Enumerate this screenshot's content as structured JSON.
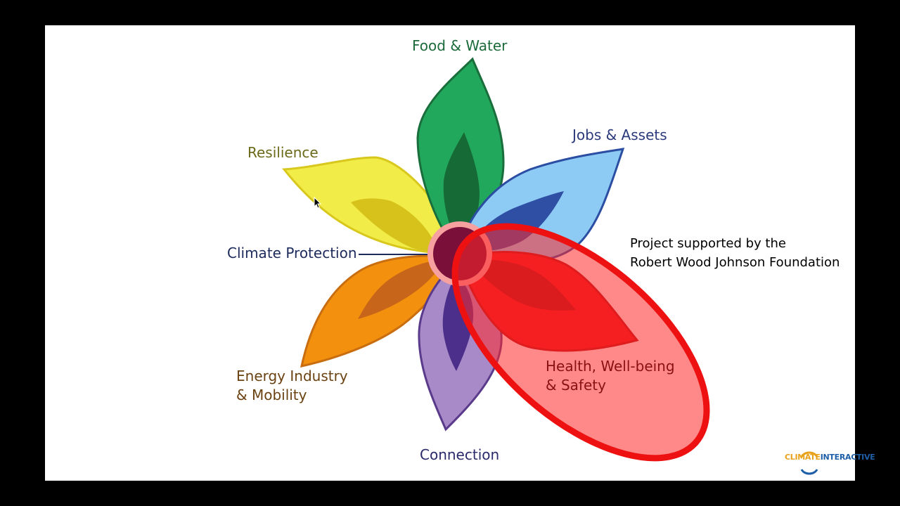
{
  "petals": {
    "food_water": {
      "label": "Food & Water",
      "color": "#1b6b3a"
    },
    "jobs_assets": {
      "label": "Jobs & Assets",
      "color": "#2b3a7a"
    },
    "resilience": {
      "label": "Resilience",
      "color": "#6b6a1a"
    },
    "climate_protection": {
      "label": "Climate Protection",
      "color": "#1c2a5c"
    },
    "energy": {
      "line1": "Energy Industry",
      "line2": "& Mobility",
      "color": "#6b4212"
    },
    "connection": {
      "label": "Connection",
      "color": "#2a2a6a"
    },
    "health": {
      "line1": "Health, Well-being",
      "line2": "& Safety",
      "color": "#8b1010"
    }
  },
  "note": {
    "line1": "Project supported by the",
    "line2": "Robert Wood Johnson Foundation"
  },
  "logo": {
    "part1": "CLIMATE",
    "part2": "INTERACTIVE"
  }
}
